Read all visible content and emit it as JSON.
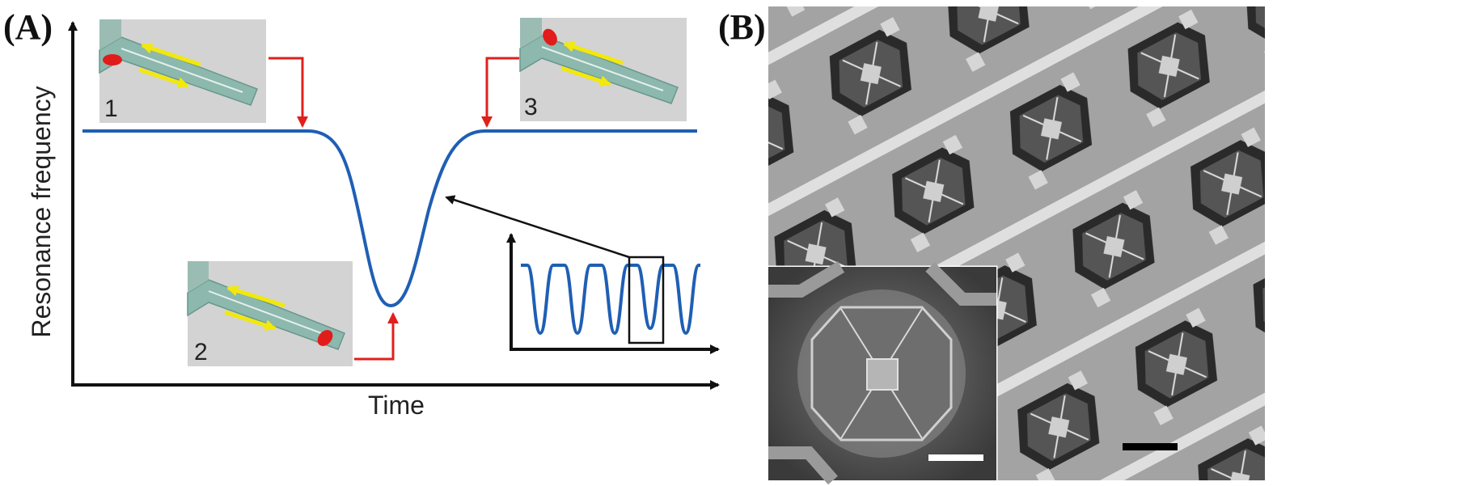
{
  "panels": {
    "a": {
      "label": "(A)"
    },
    "b": {
      "label": "(B)"
    }
  },
  "axes": {
    "x_label": "Time",
    "y_label": "Resonance frequency"
  },
  "steps": [
    {
      "number": "1"
    },
    {
      "number": "2"
    },
    {
      "number": "3"
    }
  ],
  "colors": {
    "signal_curve": "#1f5fb4",
    "pointer_arrows": "#e0201c",
    "channel": "#8cb8ad",
    "flow_arrows": "#f2e80c",
    "particle": "#e21b1b",
    "inset_background": "#d3d3d3"
  },
  "icons": [
    "cantilever-channel-icon",
    "particle-icon"
  ],
  "image_b": {
    "description_icon": "sem-micrograph-array",
    "inset_icon": "sem-micrograph-single-device",
    "scale_bars": [
      "scale-bar-white",
      "scale-bar-black"
    ]
  }
}
